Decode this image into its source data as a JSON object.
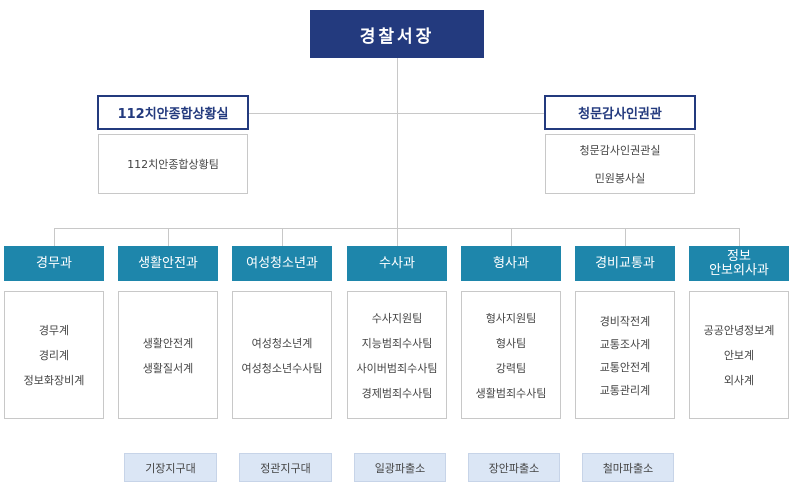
{
  "chief": {
    "label": "경찰서장"
  },
  "offices": [
    {
      "title": "112치안종합상황실",
      "items": [
        "112치안종합상황팀"
      ]
    },
    {
      "title": "청문감사인권관",
      "items": [
        "청문감사인권관실",
        "민원봉사실"
      ]
    }
  ],
  "departments": [
    {
      "title": [
        "경무과"
      ],
      "items": [
        "경무계",
        "경리계",
        "정보화장비계"
      ]
    },
    {
      "title": [
        "생활안전과"
      ],
      "items": [
        "생활안전계",
        "생활질서계"
      ]
    },
    {
      "title": [
        "여성청소년과"
      ],
      "items": [
        "여성청소년계",
        "여성청소년수사팀"
      ]
    },
    {
      "title": [
        "수사과"
      ],
      "items": [
        "수사지원팀",
        "지능범죄수사팀",
        "사이버범죄수사팀",
        "경제범죄수사팀"
      ]
    },
    {
      "title": [
        "형사과"
      ],
      "items": [
        "형사지원팀",
        "형사팀",
        "강력팀",
        "생활범죄수사팀"
      ]
    },
    {
      "title": [
        "경비교통과"
      ],
      "items": [
        "경비작전계",
        "교통조사계",
        "교통안전계",
        "교통관리계"
      ]
    },
    {
      "title": [
        "정보",
        "안보외사과"
      ],
      "items": [
        "공공안녕정보계",
        "안보계",
        "외사계"
      ]
    }
  ],
  "substations": [
    "기장지구대",
    "정관지구대",
    "일광파출소",
    "장안파출소",
    "철마파출소"
  ],
  "colors": {
    "chief": "#233a7e",
    "department": "#1e86ab",
    "substation": "#dbe6f5",
    "line": "#c8c8c8"
  }
}
